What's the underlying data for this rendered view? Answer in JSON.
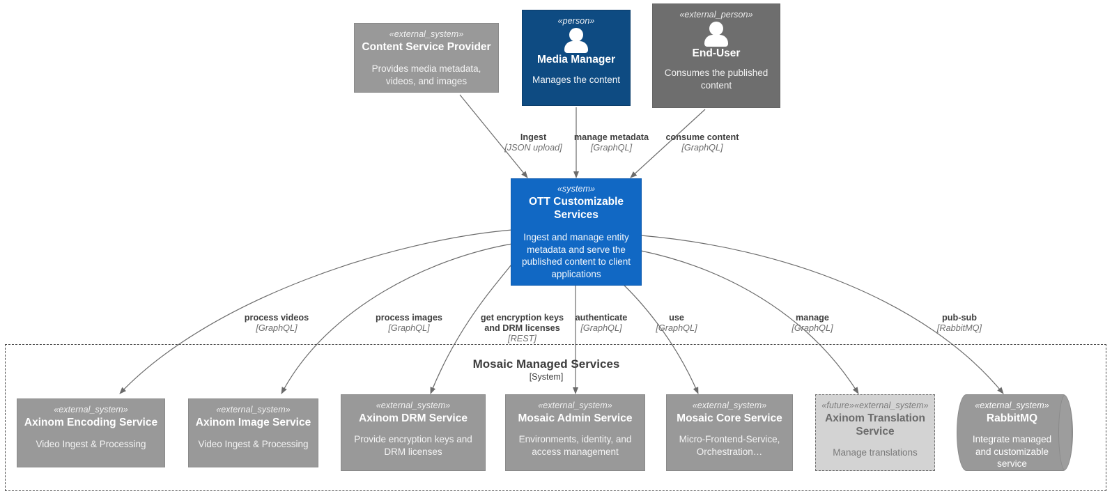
{
  "diagram": {
    "type": "c4-system-context",
    "background": "#ffffff",
    "colors": {
      "external_system": "#999999",
      "external_person": "#6e6e6e",
      "person": "#0e4b82",
      "system": "#1168c4",
      "future": "#d3d3d3",
      "edge": "#6b6b6b",
      "boundary": "#4a4a4a"
    }
  },
  "actors": {
    "content_service_provider": {
      "stereotype": "«external_system»",
      "title": "Content Service Provider",
      "description": "Provides media metadata, videos, and images"
    },
    "media_manager": {
      "stereotype": "«person»",
      "title": "Media Manager",
      "description": "Manages the content"
    },
    "end_user": {
      "stereotype": "«external_person»",
      "title": "End-User",
      "description": "Consumes the published content"
    }
  },
  "core_system": {
    "stereotype": "«system»",
    "title": "OTT Customizable Services",
    "description": "Ingest and manage entity metadata and serve the published content to client applications"
  },
  "boundary": {
    "title": "Mosaic Managed Services",
    "subtitle": "[System]"
  },
  "managed_services": [
    {
      "id": "axinom-encoding-service",
      "stereotype": "«external_system»",
      "title": "Axinom Encoding Service",
      "description": "Video Ingest & Processing",
      "style": "external_system"
    },
    {
      "id": "axinom-image-service",
      "stereotype": "«external_system»",
      "title": "Axinom Image Service",
      "description": "Video Ingest & Processing",
      "style": "external_system"
    },
    {
      "id": "axinom-drm-service",
      "stereotype": "«external_system»",
      "title": "Axinom DRM Service",
      "description": "Provide encryption keys and DRM licenses",
      "style": "external_system"
    },
    {
      "id": "mosaic-admin-service",
      "stereotype": "«external_system»",
      "title": "Mosaic Admin Service",
      "description": "Environments, identity, and access management",
      "style": "external_system"
    },
    {
      "id": "mosaic-core-service",
      "stereotype": "«external_system»",
      "title": "Mosaic Core Service",
      "description": "Micro-Frontend-Service, Orchestration…",
      "style": "external_system"
    },
    {
      "id": "axinom-translation-service",
      "stereotype": "«future»«external_system»",
      "title": "Axinom Translation Service",
      "description": "Manage translations",
      "style": "future"
    },
    {
      "id": "rabbitmq",
      "stereotype": "«external_system»",
      "title": "RabbitMQ",
      "description": "Integrate managed and customizable service communication",
      "style": "queue"
    }
  ],
  "relationships": {
    "inbound": [
      {
        "id": "ingest",
        "label": "Ingest",
        "technology": "[JSON upload]"
      },
      {
        "id": "manage-metadata",
        "label": "manage metadata",
        "technology": "[GraphQL]"
      },
      {
        "id": "consume-content",
        "label": "consume content",
        "technology": "[GraphQL]"
      }
    ],
    "outbound": [
      {
        "id": "process-videos",
        "label": "process videos",
        "technology": "[GraphQL]"
      },
      {
        "id": "process-images",
        "label": "process images",
        "technology": "[GraphQL]"
      },
      {
        "id": "get-encryption-keys",
        "label": "get encryption keys and DRM licenses",
        "technology": "[REST]"
      },
      {
        "id": "authenticate",
        "label": "authenticate",
        "technology": "[GraphQL]"
      },
      {
        "id": "use",
        "label": "use",
        "technology": "[GraphQL]"
      },
      {
        "id": "manage",
        "label": "manage",
        "technology": "[GraphQL]"
      },
      {
        "id": "pub-sub",
        "label": "pub-sub",
        "technology": "[RabbitMQ]"
      }
    ]
  }
}
